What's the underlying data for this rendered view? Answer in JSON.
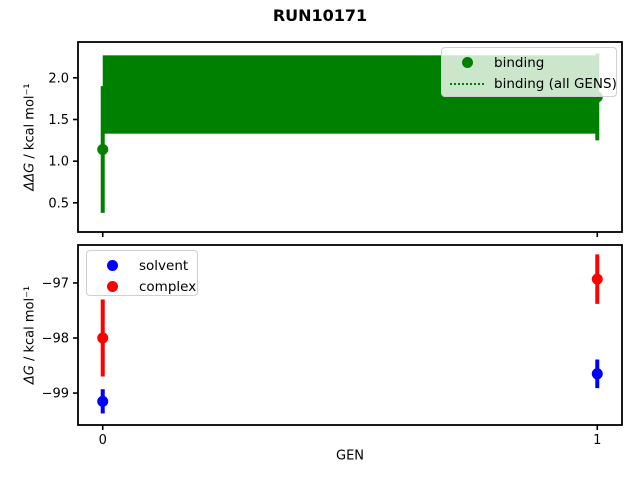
{
  "title": "RUN10171",
  "colors": {
    "binding": "#008000",
    "solvent": "#0000ff",
    "complex": "#ff0000",
    "axis": "#000000",
    "legend_border": "#d0d0d0",
    "background": "#ffffff"
  },
  "chart_data": [
    {
      "type": "scatter",
      "subplot": "top",
      "ylabel": "ΔΔG / kcal mol⁻¹",
      "ylabel_math": "ΔΔG",
      "ylabel_units": " / kcal mol⁻¹",
      "xlabel": "",
      "xlim": [
        -0.05,
        1.05
      ],
      "ylim": [
        0.15,
        2.43
      ],
      "xticks": [
        0,
        1
      ],
      "xticklabels": [
        "",
        ""
      ],
      "ytick_values": [
        0.5,
        1.0,
        1.5,
        2.0
      ],
      "ytick_labels": [
        "0.5",
        "1.0",
        "1.5",
        "2.0"
      ],
      "grid": false,
      "legend_position": "upper right",
      "series": [
        {
          "name": "binding",
          "style": "errorbar-points",
          "color": "#008000",
          "marker": "circle",
          "x": [
            0,
            1
          ],
          "y": [
            1.14,
            1.77
          ],
          "yerr": [
            0.76,
            0.52
          ]
        },
        {
          "name": "binding (all GENS)",
          "style": "band",
          "color": "#008000",
          "x": [
            0,
            1
          ],
          "mean": 1.8,
          "lo": 1.33,
          "hi": 2.27,
          "line_style": "dotted"
        }
      ]
    },
    {
      "type": "scatter",
      "subplot": "bottom",
      "ylabel": "ΔG / kcal mol⁻¹",
      "ylabel_math": "ΔG",
      "ylabel_units": " / kcal mol⁻¹",
      "xlabel": "GEN",
      "xlim": [
        -0.05,
        1.05
      ],
      "ylim": [
        -99.58,
        -96.31
      ],
      "xticks": [
        0,
        1
      ],
      "xticklabels": [
        "0",
        "1"
      ],
      "ytick_values": [
        -97,
        -98,
        -99
      ],
      "ytick_labels": [
        "−97",
        "−98",
        "−99"
      ],
      "grid": false,
      "legend_position": "upper left",
      "series": [
        {
          "name": "solvent",
          "style": "errorbar-points",
          "color": "#0000ff",
          "marker": "circle",
          "x": [
            0,
            1
          ],
          "y": [
            -99.15,
            -98.65
          ],
          "yerr": [
            0.22,
            0.26
          ]
        },
        {
          "name": "complex",
          "style": "errorbar-points",
          "color": "#ff0000",
          "marker": "circle",
          "x": [
            0,
            1
          ],
          "y": [
            -98.0,
            -96.93
          ],
          "yerr": [
            0.7,
            0.45
          ]
        }
      ]
    }
  ]
}
